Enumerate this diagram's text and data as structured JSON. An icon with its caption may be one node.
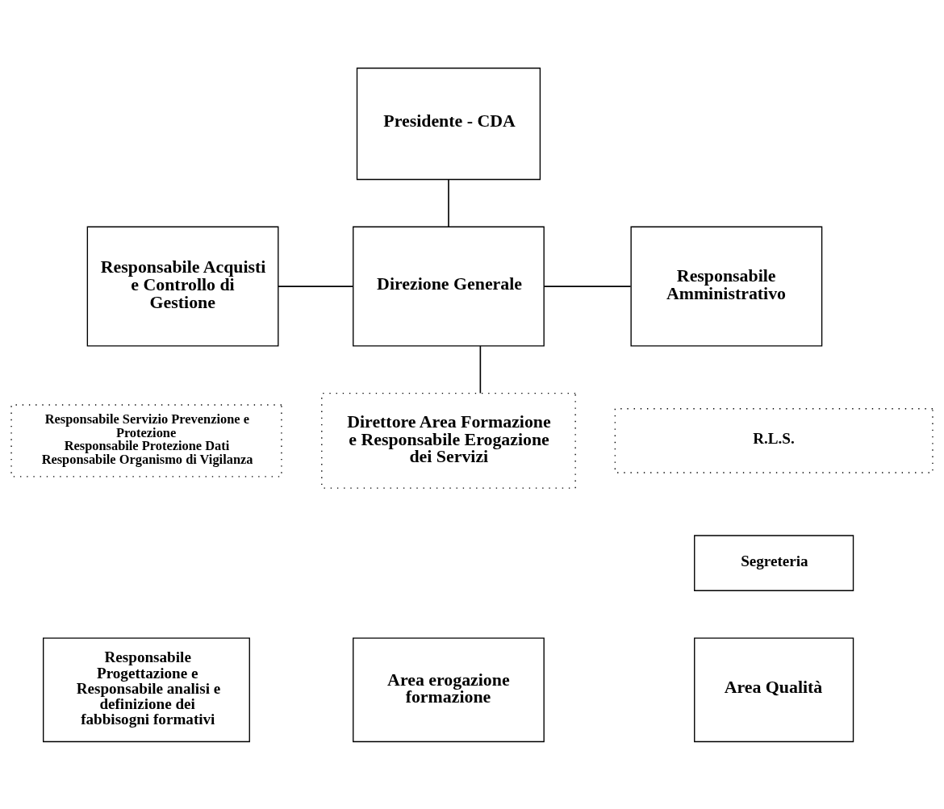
{
  "diagram": {
    "nodes": [
      {
        "text": [
          "Presidente - CDA"
        ]
      },
      {
        "text": [
          "Responsabile Acquisti e Controllo di Gestione"
        ]
      },
      {
        "text": [
          "Direzione Generale"
        ]
      },
      {
        "text": [
          "Responsabile Amministrativo"
        ]
      },
      {
        "text": [
          "Responsabile Servizio Prevenzione e Protezione",
          "Responsabile Protezione Dati",
          "Responsabile Organismo di Vigilanza"
        ]
      },
      {
        "text": [
          "R.L.S."
        ]
      },
      {
        "text": [
          "Segreteria"
        ]
      },
      {
        "text": [
          "Direttore Area Formazione e Responsabile Erogazione dei Servizi"
        ]
      },
      {
        "text": [
          "Responsabile Progettazione e Responsabile analisi e definizione dei fabbisogni formativi"
        ]
      },
      {
        "text": [
          "Area erogazione formazione"
        ]
      },
      {
        "text": [
          "Area Qualità"
        ]
      }
    ],
    "edges": [
      {
        "from": 0,
        "to": 2,
        "arrow": "none"
      },
      {
        "from": 1,
        "to": 2,
        "arrow": "none"
      },
      {
        "from": 2,
        "to": 3,
        "arrow": "none"
      },
      {
        "from": 2,
        "to": 7,
        "arrow": "none"
      }
    ]
  }
}
